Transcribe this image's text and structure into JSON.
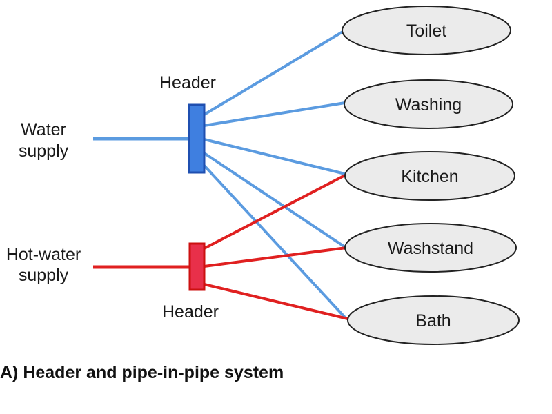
{
  "diagram": {
    "water_supply": {
      "line1": "Water",
      "line2": "supply"
    },
    "hot_water_supply": {
      "line1": "Hot-water",
      "line2": "supply"
    },
    "cold_header_label": "Header",
    "hot_header_label": "Header",
    "fixtures": {
      "toilet": "Toilet",
      "washing": "Washing",
      "kitchen": "Kitchen",
      "washstand": "Washstand",
      "bath": "Bath"
    },
    "caption": "A) Header and pipe-in-pipe system"
  },
  "colors": {
    "cold_pipe": "#5b9be0",
    "cold_header_fill": "#3f7fe0",
    "cold_header_stroke": "#1f4fb0",
    "hot_pipe": "#e02020",
    "hot_header_fill": "#e8304a",
    "hot_header_stroke": "#cc1010",
    "fixture_fill": "#ebebeb",
    "fixture_stroke": "#222222"
  }
}
